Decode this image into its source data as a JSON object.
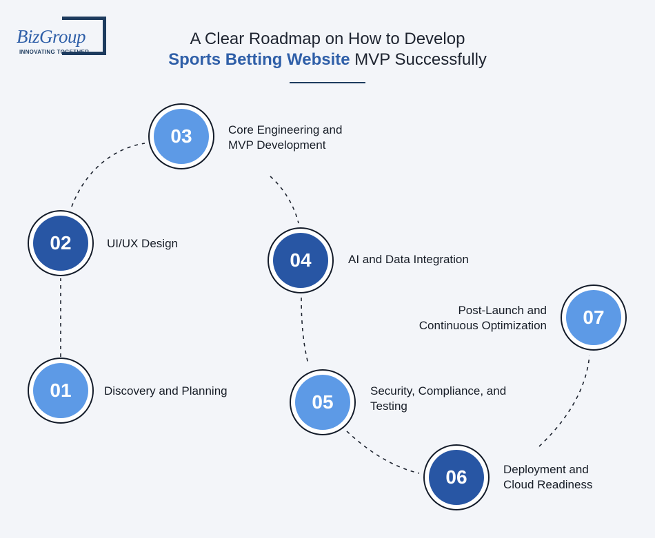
{
  "logo": {
    "brand": "BizGroup",
    "tagline": "INNOVATING TOGETHER"
  },
  "title": {
    "line1": "A Clear Roadmap on How to Develop",
    "line2_highlight": "Sports Betting Website",
    "line2_rest": " MVP Successfully"
  },
  "steps": [
    {
      "number": "01",
      "lines": [
        "Discovery and Planning"
      ],
      "style": "light"
    },
    {
      "number": "02",
      "lines": [
        "UI/UX Design"
      ],
      "style": "dark"
    },
    {
      "number": "03",
      "lines": [
        "Core Engineering and",
        "MVP Development"
      ],
      "style": "light"
    },
    {
      "number": "04",
      "lines": [
        "AI and Data Integration"
      ],
      "style": "dark"
    },
    {
      "number": "05",
      "lines": [
        "Security, Compliance, and",
        "Testing"
      ],
      "style": "light"
    },
    {
      "number": "06",
      "lines": [
        "Deployment and",
        "Cloud Readiness"
      ],
      "style": "dark"
    },
    {
      "number": "07",
      "lines": [
        "Post-Launch and",
        "Continuous Optimization"
      ],
      "style": "light"
    }
  ],
  "colors": {
    "accent": "#2f5fa8",
    "node_light": "#5d9ae6",
    "node_dark": "#2856a4",
    "navy": "#1d3b5e",
    "background": "#f3f5f9"
  }
}
